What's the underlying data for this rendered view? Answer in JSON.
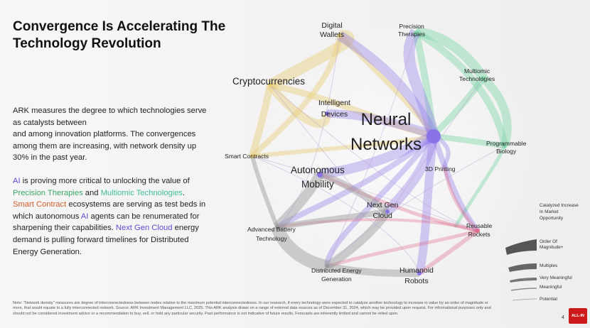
{
  "slide": {
    "title_line1": "Convergence Is Accelerating The",
    "title_line2": "Technology Revolution",
    "para1": {
      "text1": "ARK measures the degree to which technologies serve as catalysts between",
      "text2": "and among innovation platforms. The convergences among them are increasing, with network density up 30% in the past year."
    },
    "para2": {
      "ai1": "AI",
      "t1": " is proving more critical to unlocking the value of ",
      "prec": "Precision Therapies",
      "t2": " and ",
      "multi": "Multiomic Technologies",
      "t3": ".",
      "smart": "Smart Contract",
      "t4": " ecosystems are serving as test beds in which autonomous ",
      "ai2": "AI",
      "t5": " agents can be renumerated for sharpening their capabilities. ",
      "cloud": "Next Gen Cloud",
      "t6": " energy demand is pulling forward timelines for Distributed Energy Generation."
    },
    "footnote": "Note: \"Network density\" measures are degree of interconnectedness between nodes relative to the maximum potential interconnectedness. In our research, if every technology were expected to catalyze another technology to increase in value by an order of magnitude or more, that would equate to a fully interconnected network. Source: ARK Investment Management LLC, 2025. This ARK analysis draws on a range of external data sources as of December 31, 2024, which may be provided upon request. For informational purposes only and should not be considered investment advice or a recommendation to buy, sell, or hold any particular security. Past performance is not indicative of future results. Forecasts are inherently limited and cannot be relied upon.",
    "page_number": "4",
    "logo_text": "ALL-IN"
  },
  "network": {
    "nodes": [
      {
        "id": "digital-wallets",
        "label_l1": "Digital",
        "label_l2": "Wallets"
      },
      {
        "id": "precision-therapies",
        "label_l1": "Precision",
        "label_l2": "Therapies"
      },
      {
        "id": "multiomic",
        "label_l1": "Multiomic",
        "label_l2": "Technologies"
      },
      {
        "id": "cryptocurrencies",
        "label_l1": "Cryptocurrencies",
        "label_l2": ""
      },
      {
        "id": "intelligent-devices",
        "label_l1": "Intelligent",
        "label_l2": "Devices"
      },
      {
        "id": "neural-networks",
        "label_l1": "Neural",
        "label_l2": "Networks"
      },
      {
        "id": "programmable-biology",
        "label_l1": "Programmable",
        "label_l2": "Biology"
      },
      {
        "id": "smart-contracts",
        "label_l1": "Smart Contracts",
        "label_l2": ""
      },
      {
        "id": "3d-printing",
        "label_l1": "3D Printing",
        "label_l2": ""
      },
      {
        "id": "autonomous-mobility",
        "label_l1": "Autonomous",
        "label_l2": "Mobility"
      },
      {
        "id": "next-gen-cloud",
        "label_l1": "Next Gen",
        "label_l2": "Cloud"
      },
      {
        "id": "advanced-battery",
        "label_l1": "Advanced Battery",
        "label_l2": "Technology"
      },
      {
        "id": "reusable-rockets",
        "label_l1": "Reusable",
        "label_l2": "Rockets"
      },
      {
        "id": "distributed-energy",
        "label_l1": "Distributed Energy",
        "label_l2": "Generation"
      },
      {
        "id": "humanoid-robots",
        "label_l1": "Humanoid",
        "label_l2": "Robots"
      }
    ]
  },
  "legend": {
    "header_l1": "Catalyzed Increase",
    "header_l2": "In Market",
    "header_l3": "Opportunity",
    "items": [
      "Order Of Magnitude+",
      "Multiples",
      "Very Meaningful",
      "Meaningful",
      "Potential"
    ]
  },
  "colors": {
    "neural": "#8a72e8",
    "crypto": "#e8cf7a",
    "bio": "#7fd6a8",
    "energy": "#9a9a9a",
    "rockets": "#e06a8a"
  }
}
